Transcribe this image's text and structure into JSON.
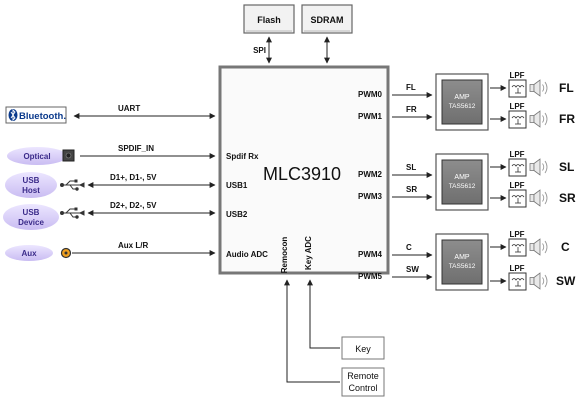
{
  "chip": {
    "name": "MLC3910",
    "inputs": {
      "spdif": "Spdif Rx",
      "usb1": "USB1",
      "usb2": "USB2",
      "adc": "Audio ADC"
    },
    "outputs": {
      "pwm0": "PWM0",
      "pwm1": "PWM1",
      "pwm2": "PWM2",
      "pwm3": "PWM3",
      "pwm4": "PWM4",
      "pwm5": "PWM5"
    },
    "bottom": {
      "remocon": "Remocon",
      "key_adc": "Key ADC"
    }
  },
  "memory": {
    "flash": "Flash",
    "sdram": "SDRAM",
    "spi": "SPI"
  },
  "sources": {
    "bluetooth": "Bluetooth.",
    "optical": "Optical",
    "usb_host": [
      "USB",
      "Host"
    ],
    "usb_device": [
      "USB",
      "Device"
    ],
    "aux": "Aux"
  },
  "links": {
    "uart": "UART",
    "spdif_in": "SPDIF_IN",
    "usb_host": "D1+, D1-, 5V",
    "usb_device": "D2+, D2-, 5V",
    "aux": "Aux L/R"
  },
  "channels": {
    "pwm0": "FL",
    "pwm1": "FR",
    "pwm2": "SL",
    "pwm3": "SR",
    "pwm4": "C",
    "pwm5": "SW"
  },
  "amps": [
    {
      "label": "AMP",
      "part": "TAS5612"
    },
    {
      "label": "AMP",
      "part": "TAS5612"
    },
    {
      "label": "AMP",
      "part": "TAS5612"
    }
  ],
  "lpf": "LPF",
  "speakers": [
    "FL",
    "FR",
    "SL",
    "SR",
    "C",
    "SW"
  ],
  "controls": {
    "key": "Key",
    "remote": [
      "Remote",
      "Control"
    ]
  }
}
